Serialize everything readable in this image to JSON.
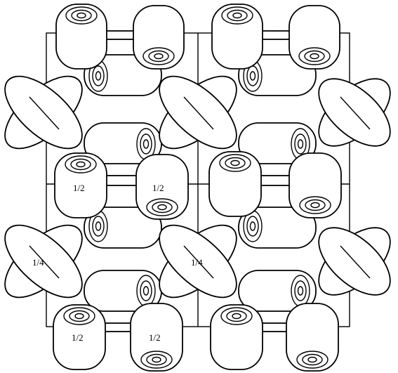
{
  "figure": {
    "labels": {
      "half_a": "1/2",
      "half_b": "1/2",
      "half_c": "1/2",
      "half_d": "1/2",
      "quarter_a": "1/4",
      "quarter_b": "1/4"
    },
    "colors": {
      "ink": "#000000",
      "paper": "#ffffff"
    }
  }
}
